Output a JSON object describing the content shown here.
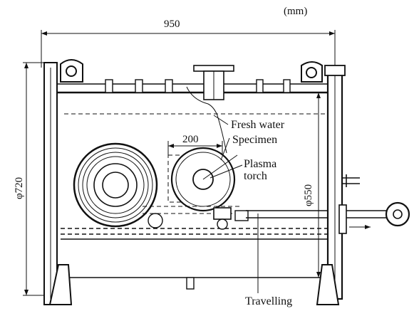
{
  "labels": {
    "unit": "(mm)",
    "width_dim": "950",
    "outer_diameter": "φ720",
    "inner_diameter": "φ550",
    "window_dim": "200",
    "fresh_water": "Fresh water",
    "specimen": "Specimen",
    "plasma": "Plasma",
    "torch": "torch",
    "travelling": "Travelling"
  }
}
